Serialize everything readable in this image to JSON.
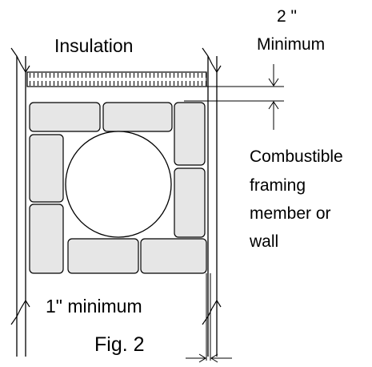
{
  "labels": {
    "insulation": "Insulation",
    "gap_top_1": "2 \"",
    "gap_top_2": "Minimum",
    "framing_1": "Combustible",
    "framing_2": "framing",
    "framing_3": "member or",
    "framing_4": "wall",
    "gap_bottom": "1\" minimum",
    "figure": "Fig. 2"
  }
}
